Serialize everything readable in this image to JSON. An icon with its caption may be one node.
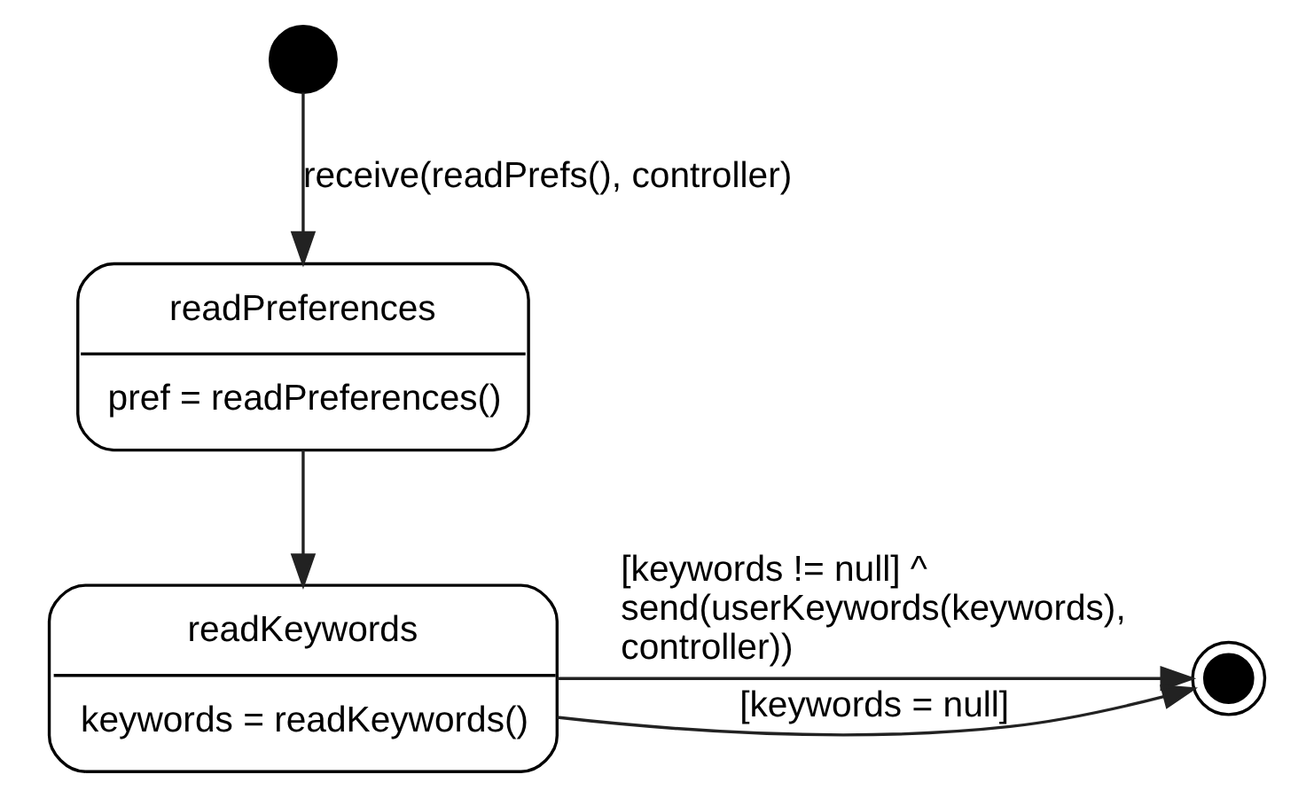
{
  "diagram": {
    "nodes": [
      {
        "text": [],
        "shape": "circle"
      },
      {
        "text": [
          "readPreferences",
          "pref = readPreferences()"
        ]
      },
      {
        "text": [
          "readKeywords",
          "keywords = readKeywords()"
        ]
      },
      {
        "text": [],
        "shape": "circle"
      }
    ],
    "edges": [
      {
        "from": 0,
        "to": 1,
        "arrow": "to",
        "label": "receive(readPrefs(), controller)"
      },
      {
        "from": 1,
        "to": 2,
        "arrow": "to"
      },
      {
        "from": 2,
        "to": 3,
        "arrow": "to",
        "label": "[keywords != null] ^ send(userKeywords(keywords), controller))"
      },
      {
        "from": 2,
        "to": 3,
        "arrow": "to",
        "label": "[keywords = null]"
      }
    ]
  }
}
